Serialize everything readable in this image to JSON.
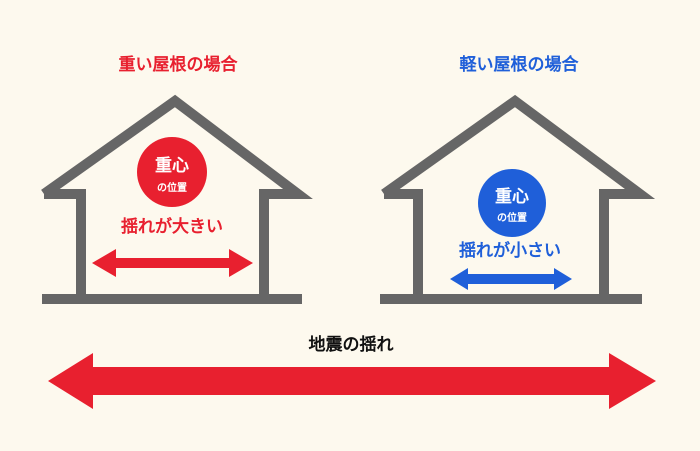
{
  "heavy": {
    "title": "重い屋根の場合",
    "circle_line1": "重心",
    "circle_line2": "の位置",
    "sway_label": "揺れが大きい"
  },
  "light": {
    "title": "軽い屋根の場合",
    "circle_line1": "重心",
    "circle_line2": "の位置",
    "sway_label": "揺れが小さい"
  },
  "ground": {
    "label": "地震の揺れ"
  },
  "colors": {
    "background": "#fdf9ee",
    "house_outline": "#666666",
    "heavy_accent": "#e8202f",
    "light_accent": "#1f5fd9"
  }
}
